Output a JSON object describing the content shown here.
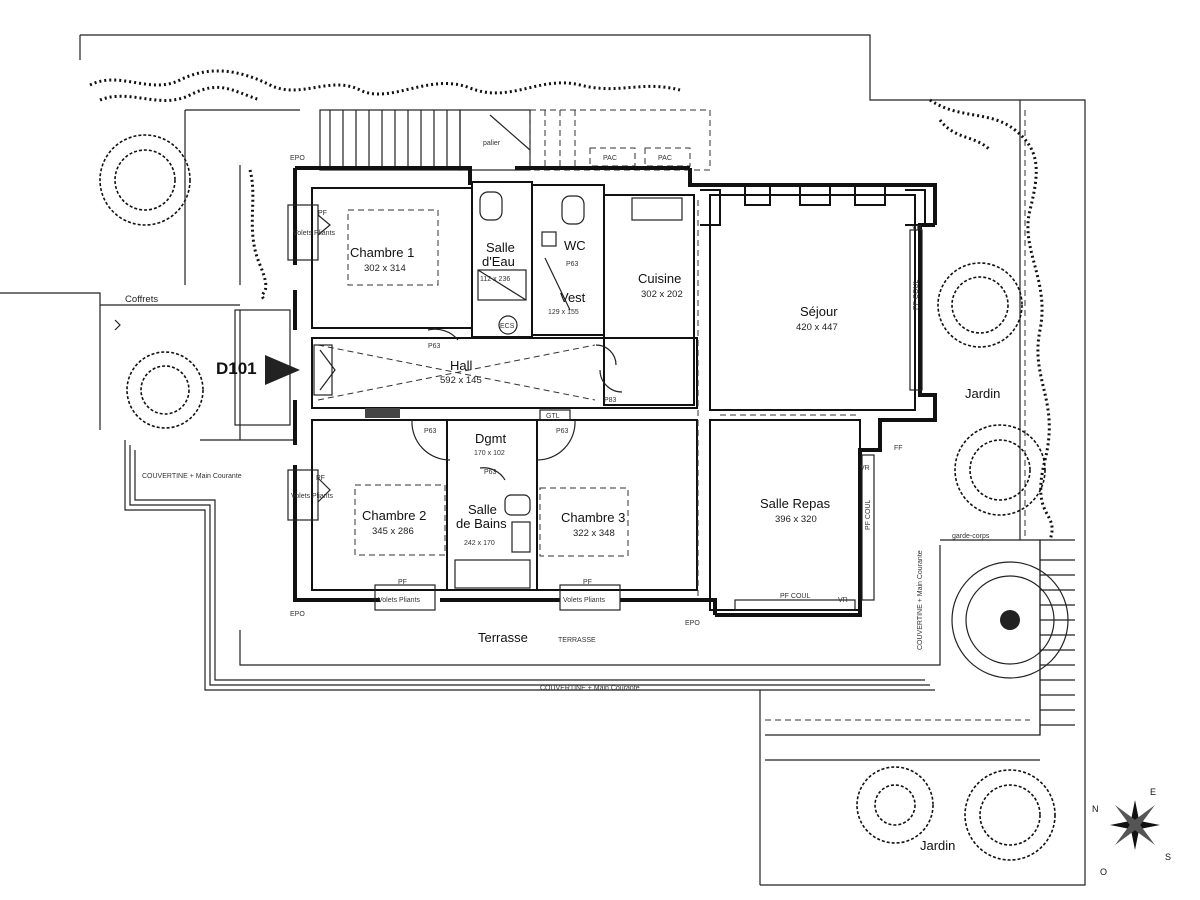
{
  "unit": "D101",
  "rooms": {
    "chambre1": {
      "name": "Chambre 1",
      "dims": "302 x 314"
    },
    "salle_eau": {
      "name_line1": "Salle",
      "name_line2": "d'Eau",
      "dims": "112 x 236"
    },
    "wc": {
      "name": "WC"
    },
    "vest": {
      "name": "Vest",
      "dims": "129 x 155"
    },
    "cuisine": {
      "name": "Cuisine",
      "dims": "302 x 202"
    },
    "sejour": {
      "name": "Séjour",
      "dims": "420 x 447"
    },
    "hall": {
      "name": "Hall",
      "dims": "592 x 145"
    },
    "dgmt": {
      "name": "Dgmt",
      "dims": "170 x 102"
    },
    "chambre2": {
      "name": "Chambre 2",
      "dims": "345 x 286"
    },
    "salle_bains": {
      "name_line1": "Salle",
      "name_line2": "de Bains",
      "dims": "242 x 170"
    },
    "chambre3": {
      "name": "Chambre 3",
      "dims": "322 x 348"
    },
    "salle_repas": {
      "name": "Salle Repas",
      "dims": "396 x 320"
    }
  },
  "outdoor": {
    "jardin_right": "Jardin",
    "jardin_bottom": "Jardin",
    "terrasse_main": "Terrasse",
    "terrasse_small": "TERRASSE",
    "coffrets": "Coffrets",
    "palier": "palier",
    "pac1": "PAC",
    "pac2": "PAC",
    "garde_corps": "garde-corps"
  },
  "annotations": {
    "couvertine_top": "COUVERTINE + Main Courante",
    "couvertine_bottom": "COUVERTINE + Main Courante",
    "couvertine_right": "COUVERTINE + Main Courante",
    "ecs": "ECS",
    "gtl": "GTL",
    "volets1": "Volets Pliants",
    "volets2": "Volets Pliants",
    "volets3": "Volets Pliants",
    "volets4": "Volets Pliants",
    "pf_coul1": "PF COUL",
    "pf_coul2": "PF COUL",
    "pf_coul3": "PF COUL",
    "epo1": "EPO",
    "epo2": "EPO",
    "epo3": "EPO",
    "pf1": "PF",
    "pf2": "PF",
    "pf3": "PF",
    "pf4": "PF",
    "p63a": "P63",
    "p63b": "P63",
    "p63c": "P63",
    "p63d": "P63",
    "p83": "P83",
    "p63e": "P63",
    "vr1": "VR",
    "vr2": "VR",
    "vr3": "VR",
    "ff": "FF"
  },
  "compass": {
    "n": "N",
    "e": "E",
    "s": "S",
    "o": "O"
  }
}
